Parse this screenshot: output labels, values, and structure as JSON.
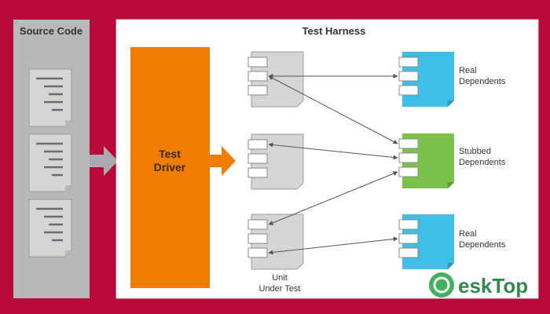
{
  "source_panel": {
    "title": "Source Code"
  },
  "harness": {
    "title": "Test Harness"
  },
  "driver": {
    "line1": "Test",
    "line2": "Driver"
  },
  "unit": {
    "line1": "Unit",
    "line2": "Under Test"
  },
  "dependents": [
    {
      "line1": "Real",
      "line2": "Dependents",
      "color": "#3fbfe6"
    },
    {
      "line1": "Stubbed",
      "line2": "Dependents",
      "color": "#7cc24a"
    },
    {
      "line1": "Real",
      "line2": "Dependents",
      "color": "#3fbfe6"
    }
  ],
  "watermark": {
    "text": "eskTop"
  },
  "colors": {
    "background": "#b8093a",
    "source_panel": "#b7b8ba",
    "driver": "#f07c00",
    "arrow_gray": "#a9abae",
    "doc_gray": "#d4d5d7"
  }
}
